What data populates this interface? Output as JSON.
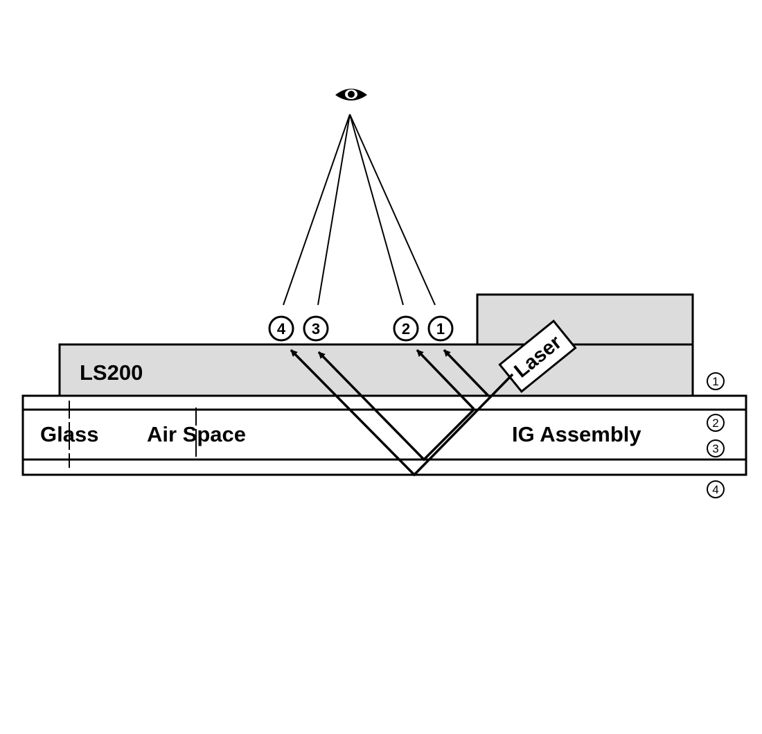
{
  "labels": {
    "instrument": "LS200",
    "laser": "Laser",
    "glass": "Glass",
    "air_space": "Air Space",
    "ig_assembly": "IG Assembly"
  },
  "surface_markers": {
    "top": [
      "4",
      "3",
      "2",
      "1"
    ],
    "side": [
      "1",
      "2",
      "3",
      "4"
    ]
  },
  "icons": {
    "eye": "eye-icon"
  },
  "colors": {
    "housing": "#dcdcdc",
    "line": "#000000",
    "background": "#ffffff"
  }
}
